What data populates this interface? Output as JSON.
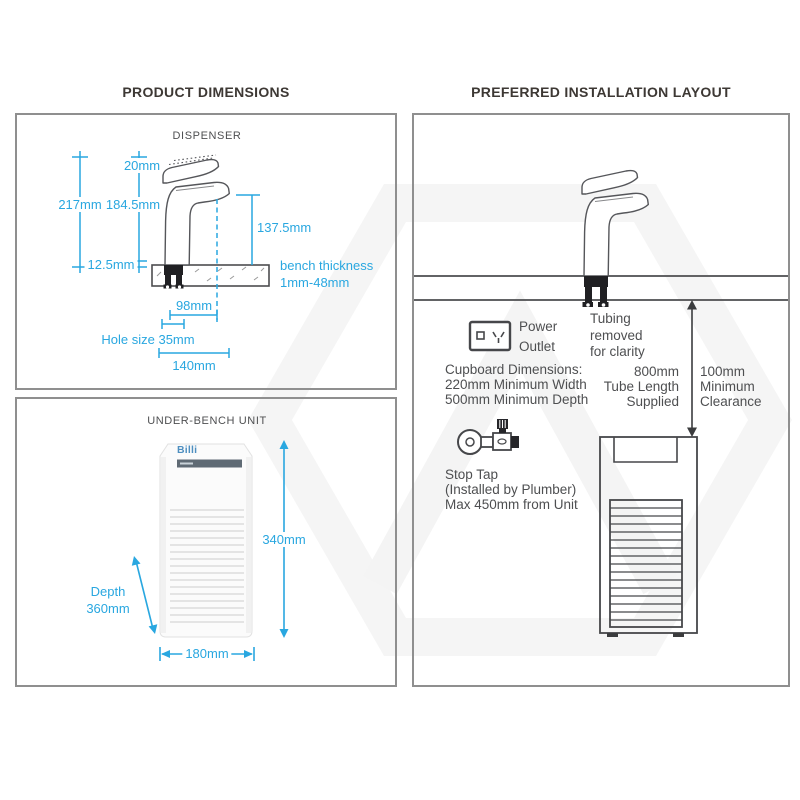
{
  "titles": {
    "product": "PRODUCT DIMENSIONS",
    "installation": "PREFERRED INSTALLATION LAYOUT"
  },
  "dispenser": {
    "heading": "DISPENSER",
    "d20": "20mm",
    "d217": "217mm",
    "d184": "184.5mm",
    "d137": "137.5mm",
    "d12": "12.5mm",
    "bench_thickness": "bench thickness\n1mm-48mm",
    "d98": "98mm",
    "hole": "Hole size 35mm",
    "d140": "140mm"
  },
  "underbench": {
    "heading": "UNDER-BENCH UNIT",
    "logo": "Billi",
    "d340": "340mm",
    "depth": "Depth\n360mm",
    "d180": "180mm"
  },
  "installation": {
    "power_outlet": "Power\nOutlet",
    "tubing": "Tubing\nremoved\nfor clarity",
    "cupboard": "Cupboard Dimensions:\n220mm Minimum Width\n500mm Minimum Depth",
    "tube_length": "800mm\nTube Length\nSupplied",
    "clearance": "100mm\nMinimum\nClearance",
    "stop_tap": "Stop Tap\n(Installed by Plumber)\nMax 450mm from Unit"
  },
  "colors": {
    "dimension_blue": "#29A7E0",
    "drawing_gray": "#55565A",
    "text_gray": "#4E4F51",
    "panel_border": "#8F8F8F",
    "billi_blue": "#4E8FC0",
    "billi_bar": "#5F6A74",
    "watermark": "#F4F4F4"
  }
}
